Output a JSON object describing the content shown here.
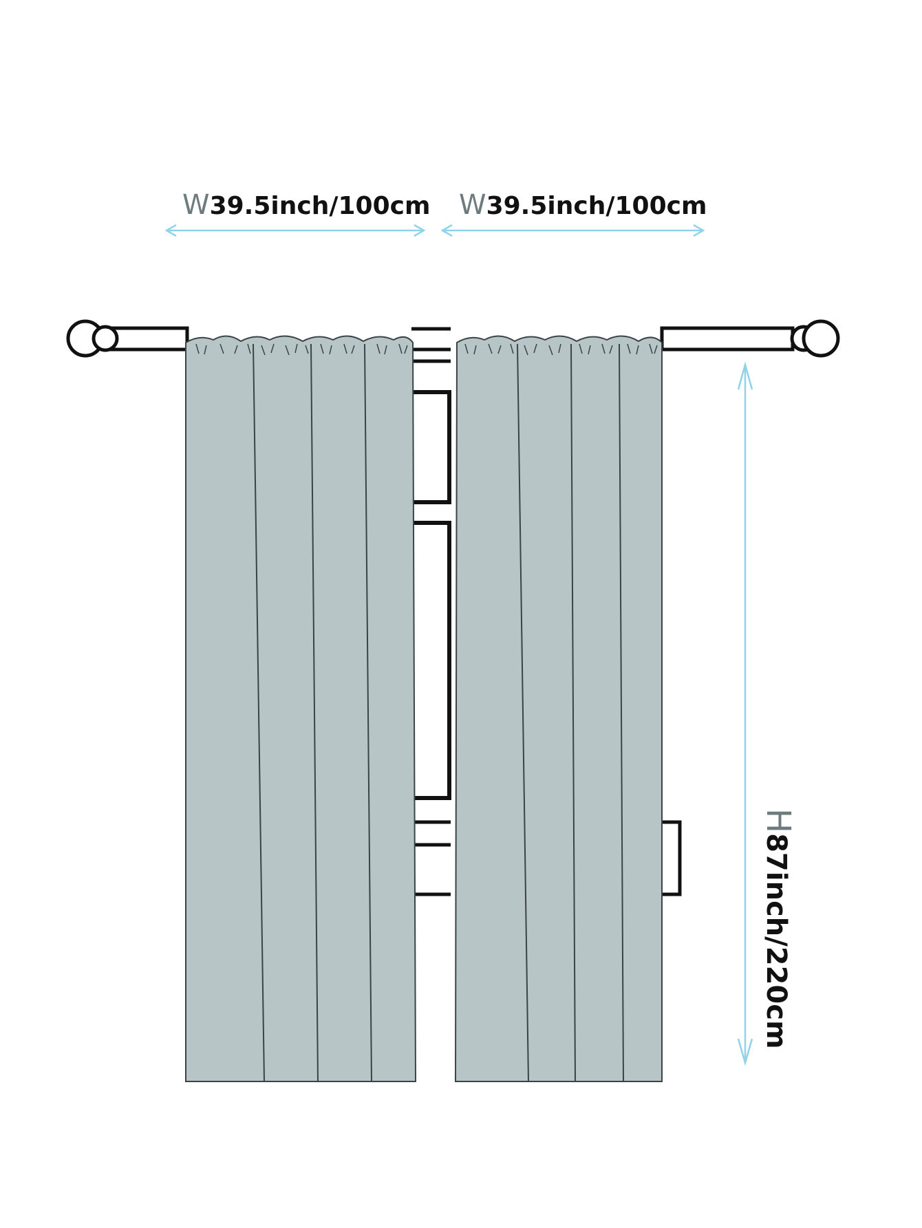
{
  "dimensions": {
    "width_left": {
      "letter": "W",
      "value": "39.5inch/100cm"
    },
    "width_right": {
      "letter": "W",
      "value": "39.5inch/100cm"
    },
    "height": {
      "letter": "H",
      "value": "87inch/220cm"
    }
  },
  "colors": {
    "curtain_fill": "#b8c5c6",
    "arrow": "#8fd3ea",
    "line": "#111111",
    "label_letter": "#6d7b7f"
  },
  "panel_count": 2,
  "icons": [
    "curtain-rod-icon",
    "window-frame-icon",
    "finial-icon"
  ]
}
